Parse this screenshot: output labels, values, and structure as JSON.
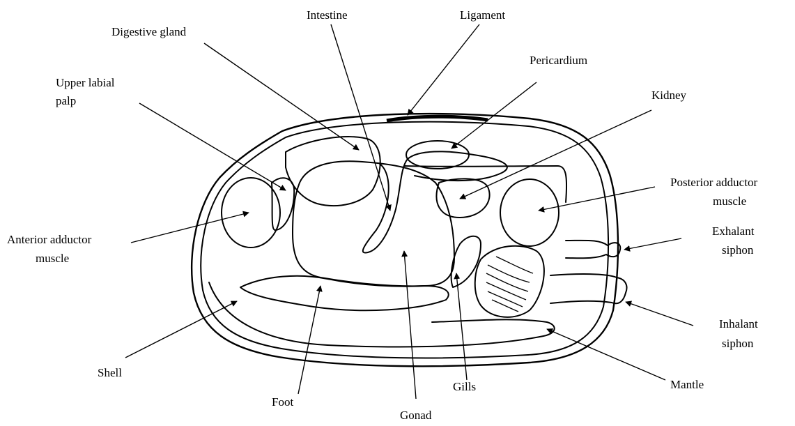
{
  "labels": {
    "intestine": "Intestine",
    "ligament": "Ligament",
    "digestive_gland": "Digestive gland",
    "pericardium": "Pericardium",
    "upper_labial_palp_1": "Upper labial",
    "upper_labial_palp_2": "palp",
    "kidney": "Kidney",
    "posterior_adductor_1": "Posterior adductor",
    "posterior_adductor_2": "muscle",
    "anterior_adductor_1": "Anterior adductor",
    "anterior_adductor_2": "muscle",
    "exhalant_siphon_1": "Exhalant",
    "exhalant_siphon_2": "siphon",
    "inhalant_siphon_1": "Inhalant",
    "inhalant_siphon_2": "siphon",
    "shell": "Shell",
    "mantle": "Mantle",
    "foot": "Foot",
    "gills": "Gills",
    "gonad": "Gonad"
  }
}
